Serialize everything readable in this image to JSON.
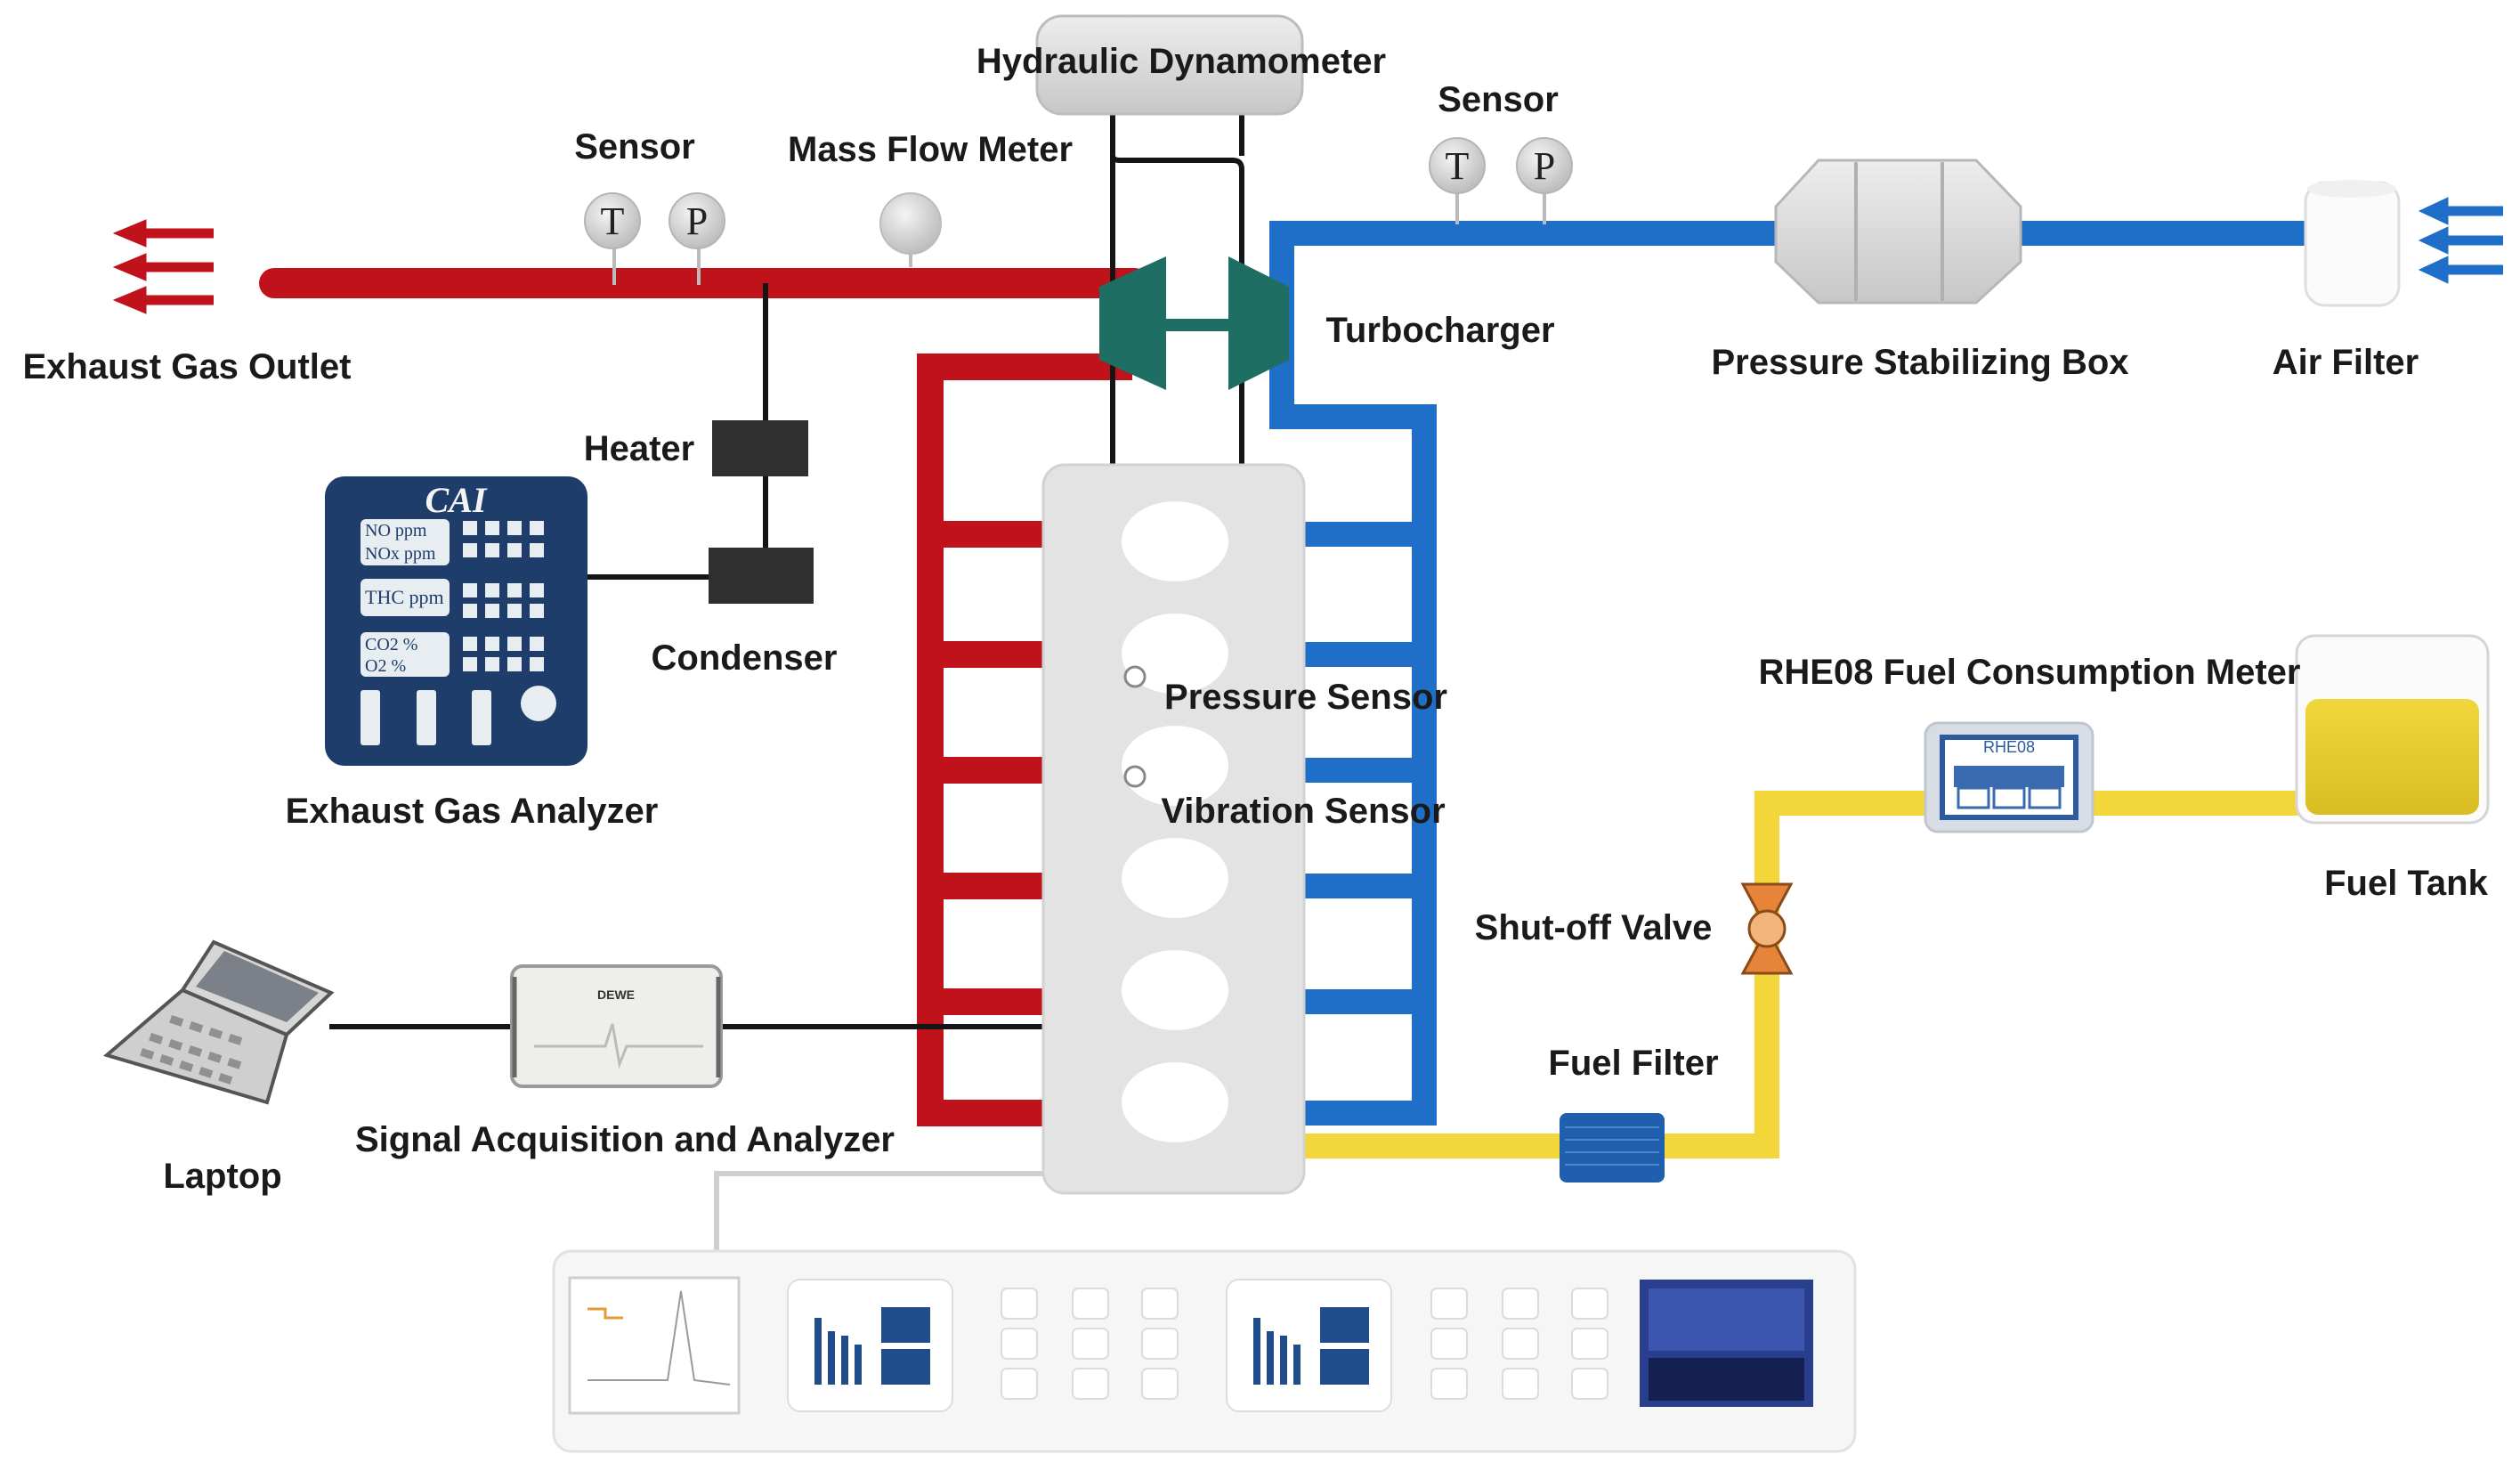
{
  "labels": {
    "hydraulic_dynamometer": "Hydraulic Dynamometer",
    "exhaust_sensor": "Sensor",
    "mass_flow_meter": "Mass Flow Meter",
    "intake_sensor": "Sensor",
    "exhaust_gas_outlet": "Exhaust Gas Outlet",
    "turbocharger": "Turbocharger",
    "pressure_stabilizing_box": "Pressure Stabilizing Box",
    "air_filter": "Air Filter",
    "heater": "Heater",
    "condenser": "Condenser",
    "exhaust_gas_analyzer": "Exhaust Gas Analyzer",
    "pressure_sensor": "Pressure Sensor",
    "vibration_sensor": "Vibration Sensor",
    "rhe08_meter": "RHE08 Fuel Consumption Meter",
    "fuel_tank": "Fuel Tank",
    "shut_off_valve": "Shut-off Valve",
    "fuel_filter": "Fuel Filter",
    "signal_acquisition": "Signal Acquisition and Analyzer",
    "laptop": "Laptop"
  },
  "sensor_letters": {
    "temperature": "T",
    "pressure": "P"
  },
  "analyzer": {
    "brand": "CAI",
    "readouts": [
      "NO ppm",
      "NOx ppm",
      "THC ppm",
      "CO2 %",
      "O2 %"
    ]
  },
  "meter_display": "RHE08",
  "daq_brand": "DEWE",
  "colors": {
    "exhaust_line": "#c0121b",
    "intake_line": "#1f6fc8",
    "fuel_line": "#f2d63a",
    "signal_line": "#151515",
    "turbo": "#1e6e63",
    "analyzer_body": "#1e3d6b"
  }
}
